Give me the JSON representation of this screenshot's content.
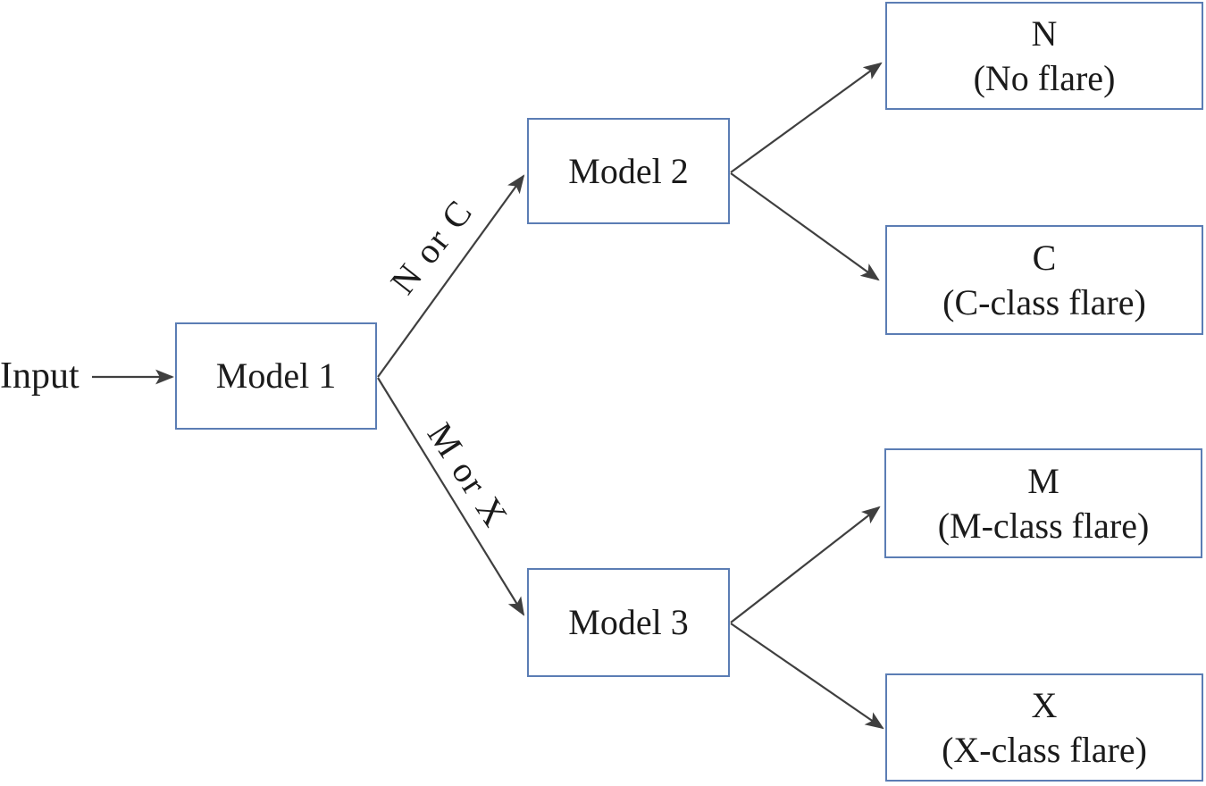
{
  "diagram": {
    "input_label": "Input",
    "nodes": {
      "model1": {
        "label": "Model 1"
      },
      "model2": {
        "label": "Model 2"
      },
      "model3": {
        "label": "Model 3"
      },
      "outcome_n": {
        "line1": "N",
        "line2": "(No flare)"
      },
      "outcome_c": {
        "line1": "C",
        "line2": "(C-class flare)"
      },
      "outcome_m": {
        "line1": "M",
        "line2": "(M-class flare)"
      },
      "outcome_x": {
        "line1": "X",
        "line2": "(X-class flare)"
      }
    },
    "edge_labels": {
      "n_or_c": "N or C",
      "m_or_x": "M or X"
    },
    "colors": {
      "box_border": "#5b7db4",
      "box_fill": "#ffffff",
      "line": "#3f3f3f",
      "text": "#1b1b1b",
      "background": "#ffffff"
    }
  }
}
